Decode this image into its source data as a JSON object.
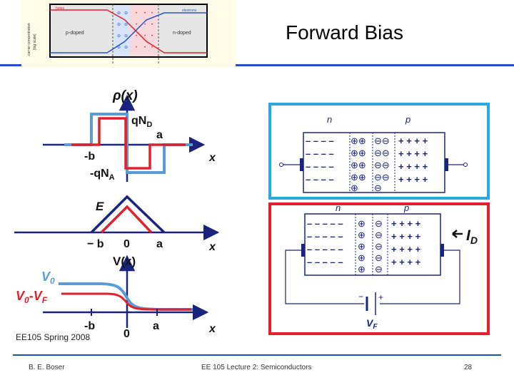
{
  "slide": {
    "title": "Forward Bias",
    "course_note": "EE105 Spring 2008",
    "footer_left": "B. E. Boser",
    "footer_center": "EE 105 Lecture 2: Semiconductors",
    "footer_page": "28"
  },
  "inset": {
    "ylabel_1": "carrier concentration",
    "ylabel_2": "[log scale]",
    "holes": "holes",
    "electrons": "electrons",
    "p_region": "p-doped",
    "n_region": "n-doped"
  },
  "rho_plot": {
    "ylabel": "ρ(x)",
    "top_label": "qN",
    "top_sub": "D",
    "bottom_label": "-qN",
    "bottom_sub": "A",
    "minus_b": "-b",
    "a": "a",
    "x": "x"
  },
  "field_plot": {
    "label": "E",
    "minus_b": "− b",
    "zero": "0",
    "a": "a",
    "x": "x"
  },
  "potential_plot": {
    "ylabel": "V(x)",
    "v0": "V",
    "v0_sub": "0",
    "v0vf_1": "V",
    "v0vf_sub1": "0",
    "v0vf_2": "-V",
    "v0vf_sub2": "F",
    "minus_b": "-b",
    "zero": "0",
    "a": "a",
    "x": "x"
  },
  "junction_equilibrium": {
    "n": "n",
    "p": "p"
  },
  "junction_forward": {
    "n": "n",
    "p": "p",
    "current": "I",
    "current_sub": "D",
    "source": "V",
    "source_sub": "F",
    "minus": "−",
    "plus": "+"
  },
  "colors": {
    "accent_blue": "#1f4fc8",
    "red": "#e0202a",
    "light_blue": "#5b9bd5",
    "cyan_frame": "#29a8e0",
    "navy": "#1a237e"
  }
}
